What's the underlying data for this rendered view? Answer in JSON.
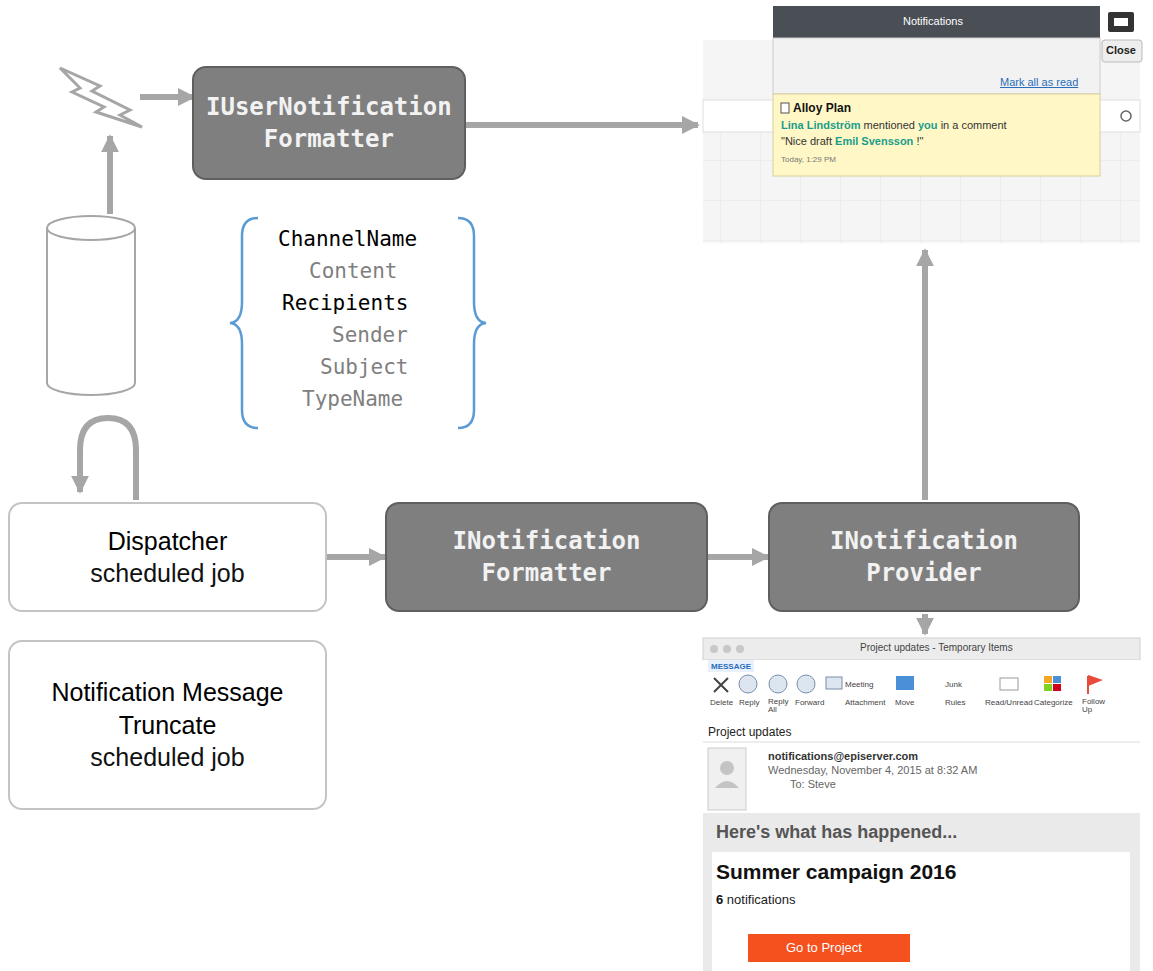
{
  "diagram": {
    "nodes": [
      {
        "text": [
          "IUserNotification Formatter"
        ]
      },
      {
        "text": [
          "Dispatcher",
          "scheduled job"
        ]
      },
      {
        "text": [
          "INotification Formatter"
        ]
      },
      {
        "text": [
          "INotification Provider"
        ]
      },
      {
        "text": [
          "Notification Message Truncate",
          "scheduled job"
        ]
      }
    ],
    "edges": [
      {
        "from": 1,
        "to": 2,
        "arrow": "to"
      },
      {
        "from": 2,
        "to": 3,
        "arrow": "to"
      }
    ],
    "labels": [
      "ChannelName",
      "Content",
      "Recipients",
      "Sender",
      "Subject",
      "TypeName",
      "Close",
      "Notifications",
      "Mark all as read",
      "Alloy Plan",
      "Lina Lindström",
      "mentioned",
      "you",
      "in a comment",
      "\"Nice draft",
      "Emil Svensson",
      "!\"",
      "Today, 1:29 PM",
      "Project updates - Temporary Items",
      "MESSAGE",
      "Delete",
      "Reply",
      "Reply All",
      "Forward",
      "Meeting",
      "Attachment",
      "Move",
      "Junk",
      "Rules",
      "Read/Unread",
      "Categorize",
      "Follow Up",
      "Project updates",
      "notifications@episerver.com",
      "Wednesday, November 4, 2015 at 8:32 AM",
      "To: Steve",
      "Here's what has happened...",
      "Summer campaign 2016",
      "6",
      "notifications",
      "Go to Project"
    ]
  }
}
